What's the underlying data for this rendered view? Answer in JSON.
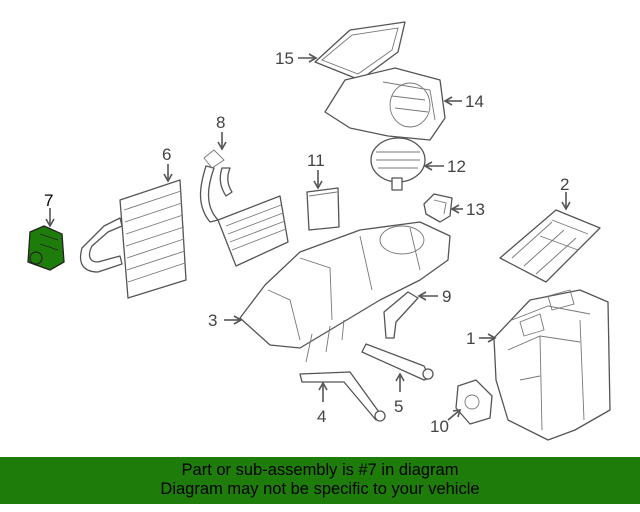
{
  "callouts": [
    {
      "id": "1",
      "text": "1"
    },
    {
      "id": "2",
      "text": "2"
    },
    {
      "id": "3",
      "text": "3"
    },
    {
      "id": "4",
      "text": "4"
    },
    {
      "id": "5",
      "text": "5"
    },
    {
      "id": "6",
      "text": "6"
    },
    {
      "id": "7",
      "text": "7"
    },
    {
      "id": "8",
      "text": "8"
    },
    {
      "id": "9",
      "text": "9"
    },
    {
      "id": "10",
      "text": "10"
    },
    {
      "id": "11",
      "text": "11"
    },
    {
      "id": "12",
      "text": "12"
    },
    {
      "id": "13",
      "text": "13"
    },
    {
      "id": "14",
      "text": "14"
    },
    {
      "id": "15",
      "text": "15"
    }
  ],
  "highlight_color": "#1e7d0a",
  "banner": {
    "line1": "Part or sub-assembly is #7 in diagram",
    "line2": "Diagram may not be specific to your vehicle"
  }
}
